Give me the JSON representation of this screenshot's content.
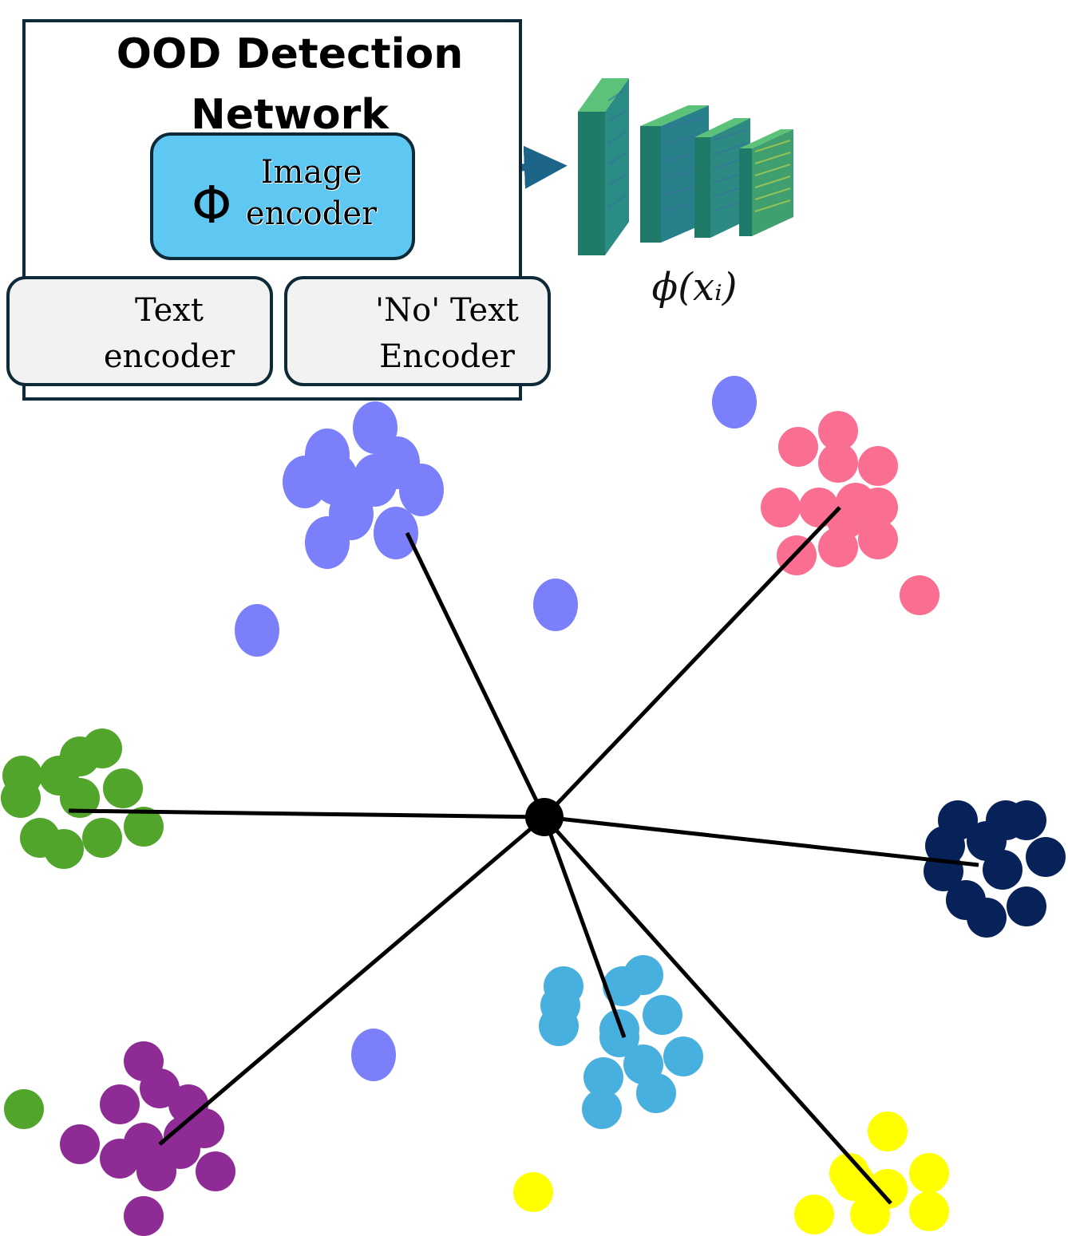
{
  "network": {
    "title": "OOD Detection Network",
    "image_encoder_symbol": "Φ",
    "image_encoder_label": "Image encoder",
    "text_encoder_label": "Text encoder",
    "no_text_encoder_label": "'No' Text Encoder"
  },
  "feature_maps": {
    "label": "ϕ(xᵢ)",
    "count": 4
  },
  "colors": {
    "frame": "#0e2a38",
    "image_encoder_fill": "#5ec8f2",
    "text_encoder_fill": "#f2f2f2",
    "arrow": "#000000",
    "feature_arrow": "#1c6589",
    "clusters": [
      "#7b80fa",
      "#fa6f91",
      "#52a52b",
      "#072258",
      "#8e2b94",
      "#48b0de",
      "#ffff00"
    ]
  },
  "clusters": [
    {
      "name": "periwinkle",
      "color": "#7b80fa",
      "points": 10,
      "has_arrow": true
    },
    {
      "name": "pink",
      "color": "#fa6f91",
      "points": 12,
      "has_arrow": true
    },
    {
      "name": "green",
      "color": "#52a52b",
      "points": 11,
      "has_arrow": true
    },
    {
      "name": "navy",
      "color": "#072258",
      "points": 11,
      "has_arrow": true
    },
    {
      "name": "purple",
      "color": "#8e2b94",
      "points": 13,
      "has_arrow": true
    },
    {
      "name": "sky-blue",
      "color": "#48b0de",
      "points": 13,
      "has_arrow": true
    },
    {
      "name": "yellow",
      "color": "#ffff00",
      "points": 8,
      "has_arrow": true
    }
  ],
  "outliers": [
    {
      "color": "#7b80fa"
    },
    {
      "color": "#7b80fa"
    },
    {
      "color": "#7b80fa"
    },
    {
      "color": "#7b80fa"
    },
    {
      "color": "#fa6f91"
    },
    {
      "color": "#52a52b"
    },
    {
      "color": "#ffff00"
    }
  ]
}
